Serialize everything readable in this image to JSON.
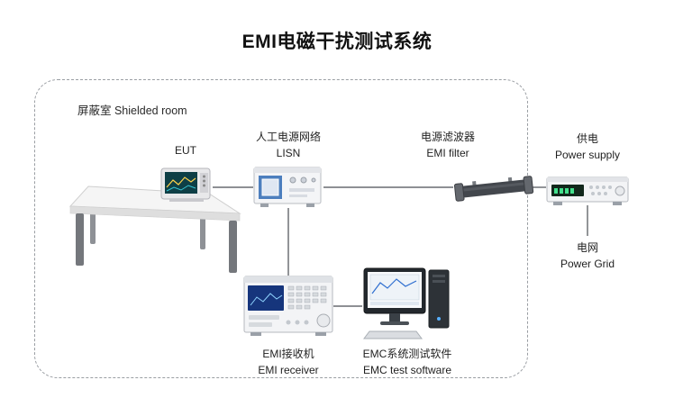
{
  "title": "EMI电磁干扰测试系统",
  "room": {
    "label": "屏蔽室 Shielded room"
  },
  "nodes": {
    "eut": {
      "label": "EUT"
    },
    "lisn": {
      "cn": "人工电源网络",
      "en": "LISN"
    },
    "filter": {
      "cn": "电源滤波器",
      "en": "EMI filter"
    },
    "supply": {
      "cn": "供电",
      "en": "Power supply"
    },
    "grid": {
      "cn": "电网",
      "en": "Power Grid"
    },
    "receiver": {
      "cn": "EMI接收机",
      "en": "EMI receiver"
    },
    "software": {
      "cn": "EMC系统测试软件",
      "en": "EMC test software"
    }
  },
  "colors": {
    "accent_blue": "#4d7fbe",
    "connection_line": "#4a4e53",
    "dashed_border": "#9a9ea3",
    "display_green": "#43e08c",
    "screen_navy": "#16357c"
  }
}
